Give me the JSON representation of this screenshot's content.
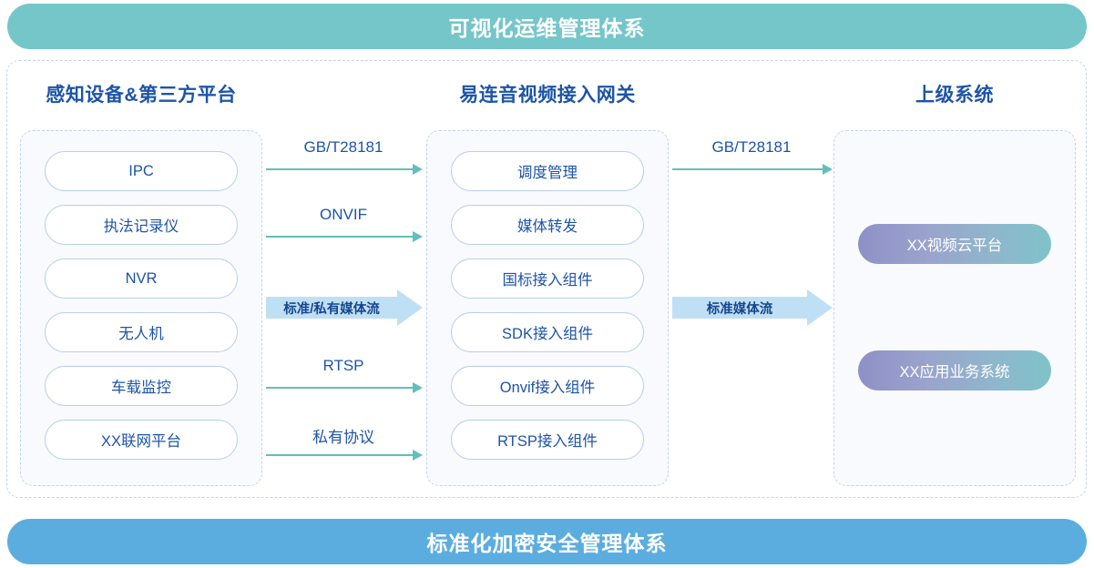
{
  "banners": {
    "top": "可视化运维管理体系",
    "bottom": "标准化加密安全管理体系",
    "top_color": "#74C6C9",
    "bottom_color": "#5CADDF"
  },
  "columns": {
    "left": {
      "title": "感知设备&第三方平台",
      "items": [
        {
          "label": "IPC"
        },
        {
          "label": "执法记录仪"
        },
        {
          "label": "NVR"
        },
        {
          "label": "无人机"
        },
        {
          "label": "车载监控"
        },
        {
          "label": "XX联网平台"
        }
      ]
    },
    "middle": {
      "title": "易连音视频接入网关",
      "items": [
        {
          "label": "调度管理"
        },
        {
          "label": "媒体转发"
        },
        {
          "label": "国标接入组件"
        },
        {
          "label": "SDK接入组件"
        },
        {
          "label": "Onvif接入组件"
        },
        {
          "label": "RTSP接入组件"
        }
      ]
    },
    "right": {
      "title": "上级系统",
      "items": [
        {
          "label": "XX视频云平台"
        },
        {
          "label": "XX应用业务系统"
        }
      ]
    }
  },
  "connectors": {
    "left_to_middle": {
      "thin": [
        {
          "label": "GB/T28181"
        },
        {
          "label": "ONVIF"
        },
        {
          "label": "RTSP"
        },
        {
          "label": "私有协议"
        }
      ],
      "block": [
        {
          "label": "标准/私有媒体流"
        }
      ]
    },
    "middle_to_right": {
      "thin": [
        {
          "label": "GB/T28181"
        }
      ],
      "block": [
        {
          "label": "标准媒体流"
        }
      ]
    }
  },
  "colors": {
    "accent_blue": "#1D54A8",
    "teal_arrow": "#62BFBA",
    "block_arrow": "#BFE0F4",
    "pill_border": "#BACDE8",
    "panel_bg": "#F8FAFD",
    "dashed_border": "#C3D4EC"
  }
}
